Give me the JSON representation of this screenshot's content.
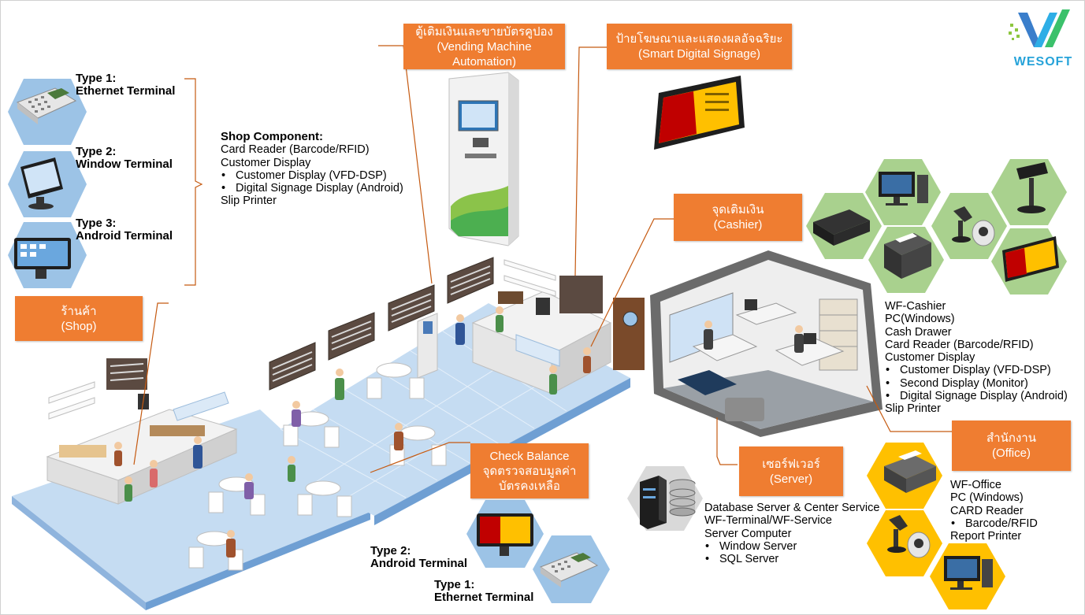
{
  "logo": {
    "text": "WESOFT",
    "icon": "wesoft-logo"
  },
  "callouts": {
    "vending": [
      "ตู้เติมเงินและขายบัตรคูปอง",
      "(Vending Machine",
      "Automation)"
    ],
    "signage": [
      "ป้ายโฆษณาและแสดงผลอัจฉริยะ",
      "(Smart Digital Signage)"
    ],
    "cashier": [
      "จุดเติมเงิน",
      "(Cashier)"
    ],
    "shop": [
      "ร้านค้า",
      "(Shop)"
    ],
    "check": [
      "Check Balance",
      "จุดตรวจสอบมูลค่า",
      "บัตรคงเหลือ"
    ],
    "server": [
      "เซอร์ฟเวอร์",
      "(Server)"
    ],
    "office": [
      "สำนักงาน",
      "(Office)"
    ]
  },
  "terminals_left": [
    [
      "Type 1:",
      "Ethernet Terminal"
    ],
    [
      "Type 2:",
      "Window Terminal"
    ],
    [
      "Type 3:",
      "Android Terminal"
    ]
  ],
  "terminals_bottom": [
    [
      "Type 2:",
      "Android Terminal"
    ],
    [
      "Type 1:",
      "Ethernet Terminal"
    ]
  ],
  "shop_component": {
    "title": "Shop Component:",
    "lines": [
      "Card Reader (Barcode/RFID)",
      "Customer Display"
    ],
    "bullets": [
      "Customer Display (VFD-DSP)",
      "Digital Signage Display (Android)"
    ],
    "tail": [
      "Slip Printer"
    ]
  },
  "cashier_list": {
    "lines": [
      "WF-Cashier",
      "PC(Windows)",
      "Cash Drawer",
      "Card Reader (Barcode/RFID)",
      "Customer Display"
    ],
    "bullets": [
      "Customer Display (VFD-DSP)",
      "Second Display (Monitor)",
      "Digital Signage Display (Android)"
    ],
    "tail": [
      "Slip Printer"
    ]
  },
  "office_list": {
    "lines": [
      "WF-Office",
      "PC (Windows)",
      "CARD Reader"
    ],
    "bullets": [
      "Barcode/RFID"
    ],
    "tail": [
      "Report Printer"
    ]
  },
  "server_list": {
    "lines": [
      "Database Server & Center Service",
      "WF-Terminal/WF-Service",
      "Server Computer"
    ],
    "bullets": [
      "Window Server",
      "SQL Server"
    ],
    "tail": []
  },
  "colors": {
    "accent_orange": "#ef7d31",
    "hex_blue": "#9cc3e6",
    "hex_green": "#a9d18e",
    "hex_yellow": "#ffc000",
    "hex_gray": "#d9d9d9",
    "floor_blue": "#c5dcf2",
    "leader_line": "#c55a11"
  },
  "icons": [
    "card-terminal-icon",
    "pos-window-terminal-icon",
    "android-terminal-icon",
    "vending-machine-icon",
    "digital-signage-icon",
    "monitor-icon",
    "pole-display-icon",
    "cash-drawer-icon",
    "barcode-scanner-icon",
    "slip-printer-icon",
    "server-icon",
    "report-printer-icon",
    "office-pc-icon"
  ]
}
